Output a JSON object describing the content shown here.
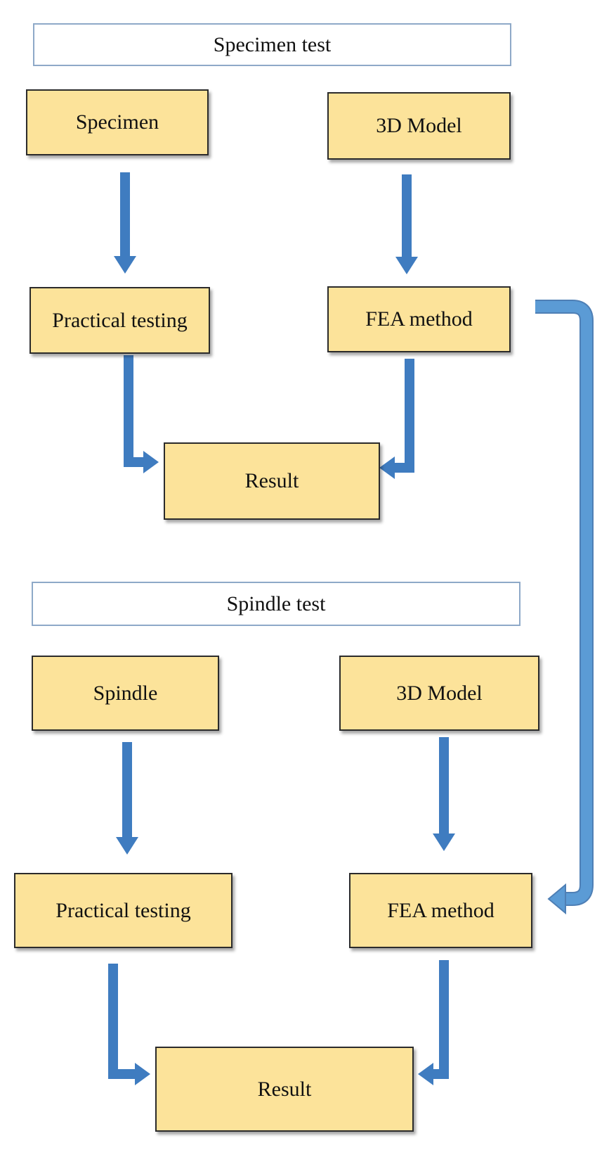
{
  "sections": {
    "specimen": {
      "title": "Specimen test",
      "input_left": "Specimen",
      "input_right": "3D Model",
      "step_left": "Practical testing",
      "step_right": "FEA method",
      "result": "Result"
    },
    "spindle": {
      "title": "Spindle test",
      "input_left": "Spindle",
      "input_right": "3D Model",
      "step_left": "Practical testing",
      "step_right": "FEA method",
      "result": "Result"
    }
  },
  "colors": {
    "node_fill": "#FCE39A",
    "node_border": "#2b2b2b",
    "header_border": "#8EA9C8",
    "arrow": "#3F7CC0",
    "long_arrow": "#5B9BD5"
  }
}
